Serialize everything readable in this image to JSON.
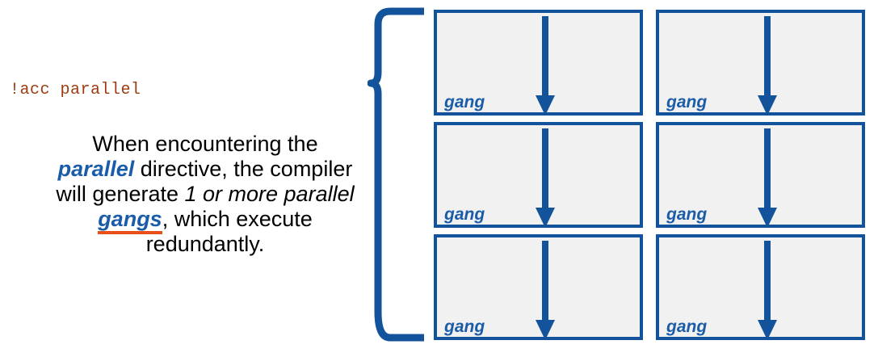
{
  "slide": {
    "directive_code": "!acc parallel",
    "description": {
      "segment_1": "When encountering the ",
      "keyword_parallel": "parallel",
      "segment_2": " directive, the compiler will generate ",
      "emphasis_phrase": "1 or more parallel",
      "segment_3": " ",
      "keyword_gangs": "gangs",
      "segment_4": ", which execute redundantly."
    }
  },
  "colors": {
    "code_text": "#9C3B10",
    "keyword_blue": "#1A5CA8",
    "underline_orange": "#E8501A",
    "box_border": "#13539B",
    "box_fill": "#F1F1F1",
    "brace": "#13539B",
    "arrow": "#13539B",
    "body_text": "#000000"
  },
  "gang_grid": {
    "columns": 2,
    "rows": 3,
    "cells": [
      {
        "label": "gang",
        "arrow_icon": "down-arrow-icon"
      },
      {
        "label": "gang",
        "arrow_icon": "down-arrow-icon"
      },
      {
        "label": "gang",
        "arrow_icon": "down-arrow-icon"
      },
      {
        "label": "gang",
        "arrow_icon": "down-arrow-icon"
      },
      {
        "label": "gang",
        "arrow_icon": "down-arrow-icon"
      },
      {
        "label": "gang",
        "arrow_icon": "down-arrow-icon"
      }
    ]
  },
  "brace": {
    "icon": "left-curly-brace-icon"
  }
}
